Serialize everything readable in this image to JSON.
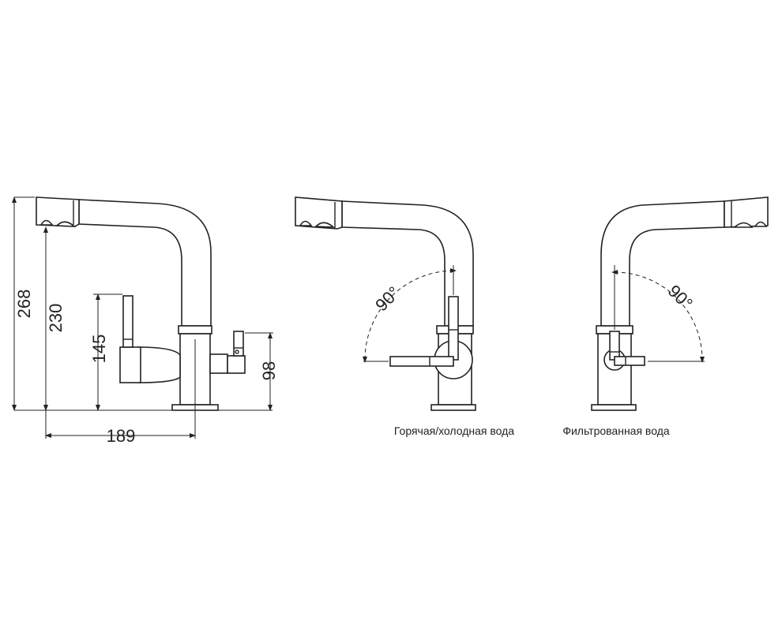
{
  "dimensions": {
    "total_height": "268",
    "spout_height": "230",
    "lever_height": "145",
    "filter_height": "98",
    "spout_reach": "189"
  },
  "angles": {
    "hot_cold": "90°",
    "filtered": "90°"
  },
  "captions": {
    "hot_cold": "Горячая/холодная вода",
    "filtered": "Фильтрованная вода"
  }
}
